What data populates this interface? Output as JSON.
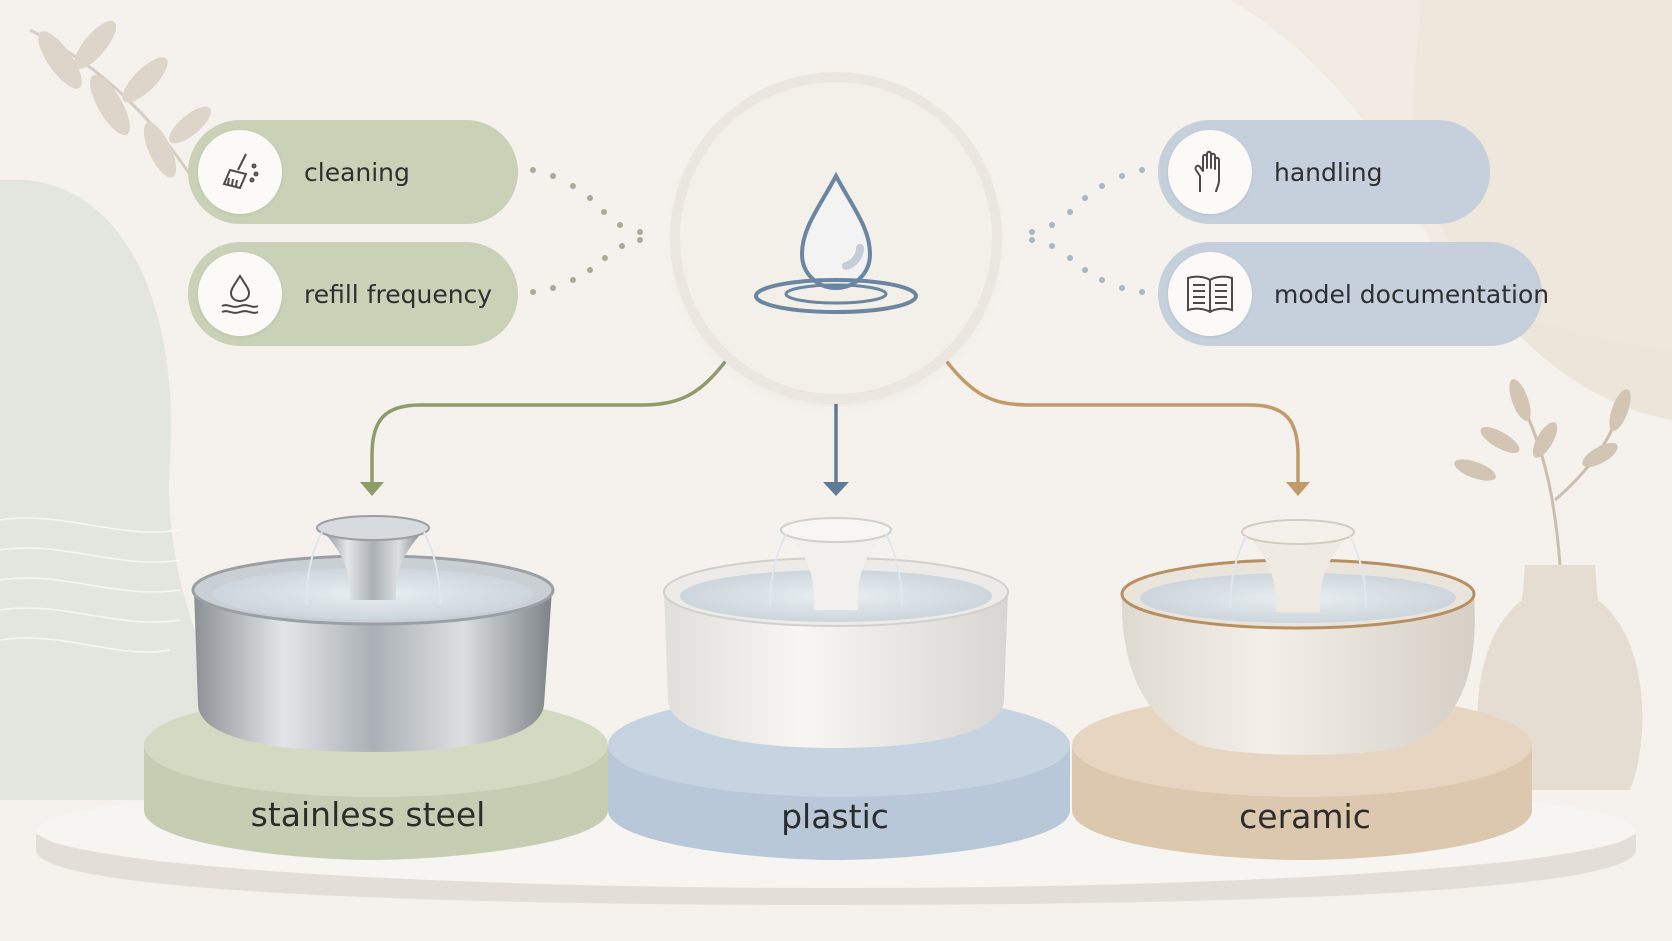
{
  "factors_left": [
    {
      "label": "cleaning",
      "icon": "brush-icon"
    },
    {
      "label": "refill frequency",
      "icon": "water-drop-waves-icon"
    }
  ],
  "factors_right": [
    {
      "label": "handling",
      "icon": "hand-icon"
    },
    {
      "label": "model documentation",
      "icon": "book-icon"
    }
  ],
  "center_icon": "water-drop-icon",
  "materials": [
    {
      "label": "stainless steel",
      "color": "#c9d1b6",
      "arrow_color": "#8e9b6b"
    },
    {
      "label": "plastic",
      "color": "#bccbdc",
      "arrow_color": "#5f7b96"
    },
    {
      "label": "ceramic",
      "color": "#dfcbb2",
      "arrow_color": "#c29a6a"
    }
  ],
  "colors": {
    "background": "#f5f1ec",
    "sage": "#c9d1b6",
    "blue_gray": "#c5d0dc",
    "sand": "#dfcbb2"
  }
}
